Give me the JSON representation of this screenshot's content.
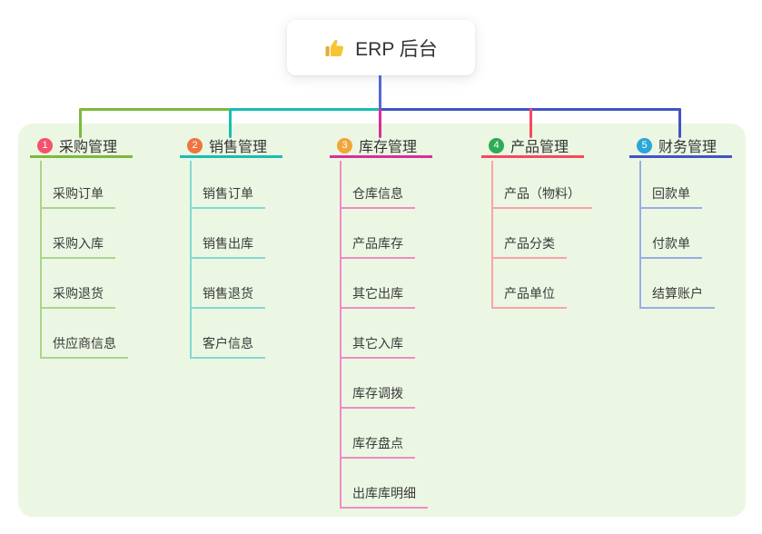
{
  "root": {
    "label": "ERP 后台",
    "icon": "thumbs-up",
    "line_color": "#5567D2"
  },
  "panel": {
    "bg_color": "#EBF7E3"
  },
  "branches": [
    {
      "badge": "1",
      "label": "采购管理",
      "badge_color": "#F4536E",
      "line_color": "#7CBA3D",
      "light_color": "#ABD58A",
      "children": [
        "采购订单",
        "采购入库",
        "采购退货",
        "供应商信息"
      ]
    },
    {
      "badge": "2",
      "label": "销售管理",
      "badge_color": "#EF7440",
      "line_color": "#18BEB4",
      "light_color": "#82D9D2",
      "children": [
        "销售订单",
        "销售出库",
        "销售退货",
        "客户信息"
      ]
    },
    {
      "badge": "3",
      "label": "库存管理",
      "badge_color": "#F2A53A",
      "line_color": "#D6309A",
      "light_color": "#F08BC4",
      "children": [
        "仓库信息",
        "产品库存",
        "其它出库",
        "其它入库",
        "库存调拨",
        "库存盘点",
        "出库库明细"
      ]
    },
    {
      "badge": "4",
      "label": "产品管理",
      "badge_color": "#2EAC53",
      "line_color": "#F5495F",
      "light_color": "#F9A2AC",
      "children": [
        "产品（物料）",
        "产品分类",
        "产品单位"
      ]
    },
    {
      "badge": "5",
      "label": "财务管理",
      "badge_color": "#2BA6D8",
      "line_color": "#4254C6",
      "light_color": "#9AACE4",
      "children": [
        "回款单",
        "付款单",
        "结算账户"
      ]
    }
  ]
}
